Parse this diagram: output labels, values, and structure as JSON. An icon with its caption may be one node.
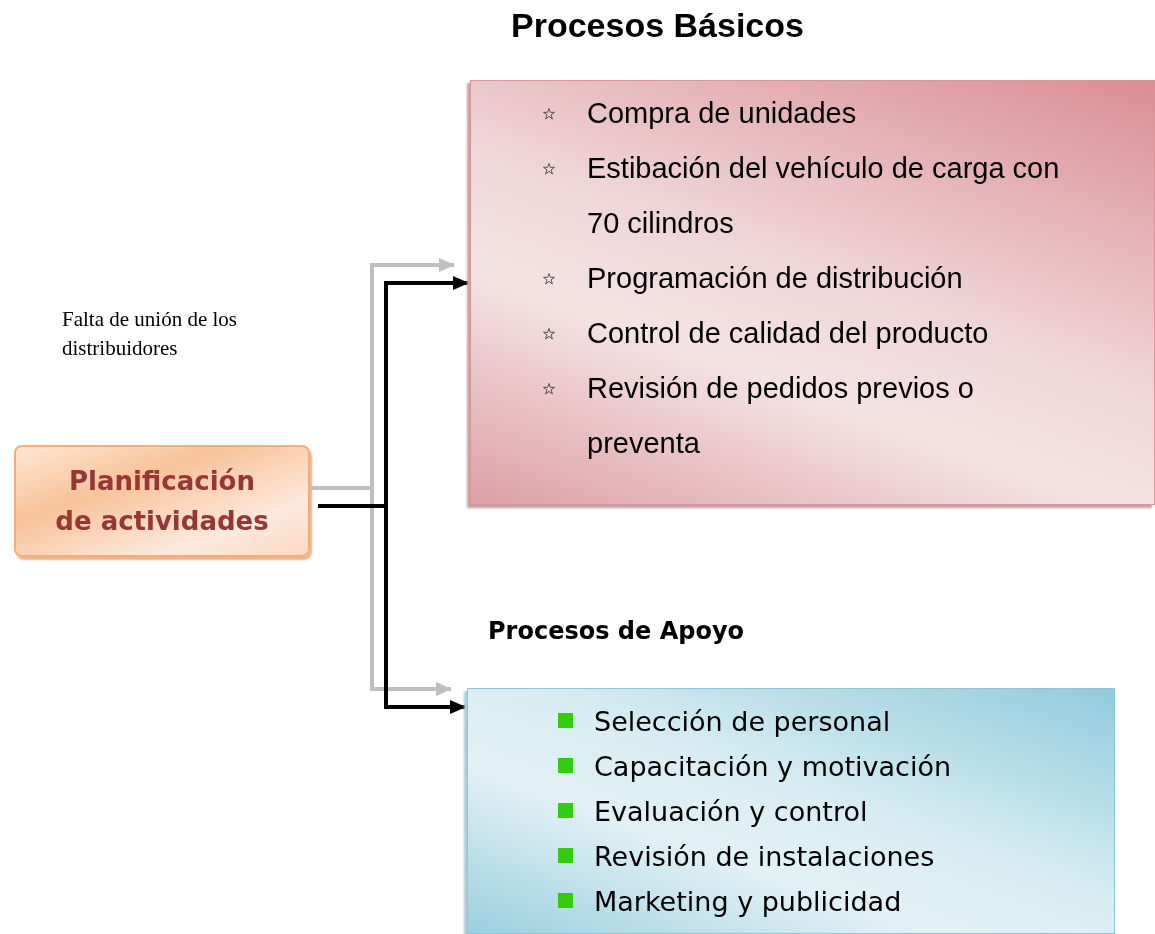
{
  "diagram": {
    "nodes": [
      {
        "text": [
          "Planificación de actividades"
        ]
      },
      {
        "text": [
          "Procesos Básicos",
          "Compra de unidades",
          "Estibación del vehículo de carga con 70 cilindros",
          "Programación de distribución",
          "Control de calidad del producto",
          "Revisión de pedidos previos o preventa"
        ]
      },
      {
        "text": [
          "Procesos de Apoyo",
          "Selección de personal",
          "Capacitación y motivación",
          "Evaluación y control",
          "Revisión de instalaciones",
          "Marketing y publicidad"
        ]
      }
    ],
    "edges": [
      {
        "from": 0,
        "to": 1,
        "arrow": "to"
      },
      {
        "from": 0,
        "to": 2,
        "arrow": "to"
      }
    ],
    "labels": [
      "Falta de unión de los distribuidores"
    ]
  }
}
